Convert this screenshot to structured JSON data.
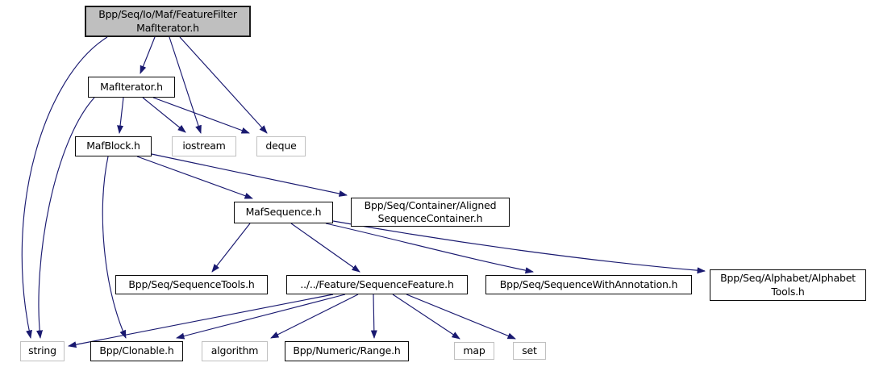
{
  "graph": {
    "kind": "doxygen-include-dependency-graph",
    "colors": {
      "edge": "#191970",
      "root_fill": "#bfbfbf",
      "node_border": "#0a0a0a",
      "external_border": "#c0c0c0",
      "background": "#ffffff"
    },
    "nodes": [
      {
        "id": "featurefilter-mafiterator",
        "label": "Bpp/Seq/Io/Maf/FeatureFilter\nMafIterator.h",
        "type": "root"
      },
      {
        "id": "mafiterator",
        "label": "MafIterator.h",
        "type": "file"
      },
      {
        "id": "mafblock",
        "label": "MafBlock.h",
        "type": "file"
      },
      {
        "id": "iostream",
        "label": "iostream",
        "type": "external"
      },
      {
        "id": "deque",
        "label": "deque",
        "type": "external"
      },
      {
        "id": "mafsequence",
        "label": "MafSequence.h",
        "type": "file"
      },
      {
        "id": "aligned-sequence-container",
        "label": "Bpp/Seq/Container/Aligned\nSequenceContainer.h",
        "type": "file"
      },
      {
        "id": "sequence-tools",
        "label": "Bpp/Seq/SequenceTools.h",
        "type": "file"
      },
      {
        "id": "sequence-feature",
        "label": "../../Feature/SequenceFeature.h",
        "type": "file"
      },
      {
        "id": "sequence-with-annotation",
        "label": "Bpp/Seq/SequenceWithAnnotation.h",
        "type": "file"
      },
      {
        "id": "alphabet-tools",
        "label": "Bpp/Seq/Alphabet/Alphabet\nTools.h",
        "type": "file"
      },
      {
        "id": "string",
        "label": "string",
        "type": "external"
      },
      {
        "id": "clonable",
        "label": "Bpp/Clonable.h",
        "type": "file"
      },
      {
        "id": "algorithm",
        "label": "algorithm",
        "type": "external"
      },
      {
        "id": "range",
        "label": "Bpp/Numeric/Range.h",
        "type": "file"
      },
      {
        "id": "map",
        "label": "map",
        "type": "external"
      },
      {
        "id": "set",
        "label": "set",
        "type": "external"
      }
    ],
    "edges": [
      {
        "from": "featurefilter-mafiterator",
        "to": "mafiterator"
      },
      {
        "from": "featurefilter-mafiterator",
        "to": "iostream"
      },
      {
        "from": "featurefilter-mafiterator",
        "to": "deque"
      },
      {
        "from": "featurefilter-mafiterator",
        "to": "string"
      },
      {
        "from": "mafiterator",
        "to": "mafblock"
      },
      {
        "from": "mafiterator",
        "to": "iostream"
      },
      {
        "from": "mafiterator",
        "to": "deque"
      },
      {
        "from": "mafiterator",
        "to": "string"
      },
      {
        "from": "mafblock",
        "to": "mafsequence"
      },
      {
        "from": "mafblock",
        "to": "aligned-sequence-container"
      },
      {
        "from": "mafblock",
        "to": "clonable"
      },
      {
        "from": "mafsequence",
        "to": "sequence-tools"
      },
      {
        "from": "mafsequence",
        "to": "sequence-feature"
      },
      {
        "from": "mafsequence",
        "to": "sequence-with-annotation"
      },
      {
        "from": "mafsequence",
        "to": "alphabet-tools"
      },
      {
        "from": "sequence-feature",
        "to": "string"
      },
      {
        "from": "sequence-feature",
        "to": "clonable"
      },
      {
        "from": "sequence-feature",
        "to": "algorithm"
      },
      {
        "from": "sequence-feature",
        "to": "range"
      },
      {
        "from": "sequence-feature",
        "to": "map"
      },
      {
        "from": "sequence-feature",
        "to": "set"
      }
    ]
  }
}
